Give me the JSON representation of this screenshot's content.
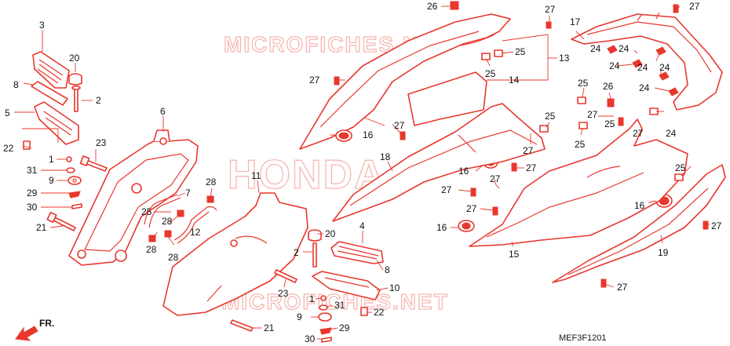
{
  "diagram": {
    "diagram_code": "MEF3F1201",
    "watermarks": [
      "MICROFICHES.NET",
      "HONDA",
      "MICROFICHES.NET"
    ],
    "direction_label": "FR.",
    "part_callouts": [
      "1",
      "2",
      "3",
      "4",
      "5",
      "6",
      "7",
      "8",
      "9",
      "10",
      "11",
      "12",
      "13",
      "14",
      "15",
      "16",
      "17",
      "18",
      "19",
      "20",
      "21",
      "22",
      "23",
      "24",
      "25",
      "26",
      "27",
      "28",
      "29",
      "30",
      "31"
    ],
    "accent_color": "#e8372d"
  }
}
